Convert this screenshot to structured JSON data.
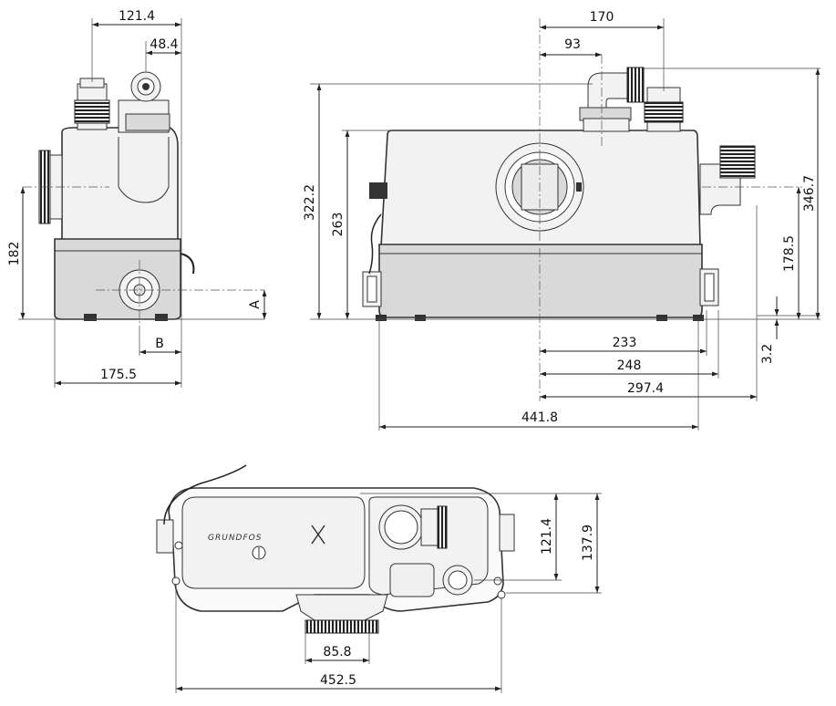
{
  "side_view": {
    "dim_width_top": "121.4",
    "dim_outlet_offset": "48.4",
    "dim_height_inlet": "182",
    "dim_label_a": "A",
    "dim_label_b": "B",
    "dim_width_base": "175.5"
  },
  "front_view": {
    "dim_top_170": "170",
    "dim_top_93": "93",
    "dim_height_322": "322.2",
    "dim_height_263": "263",
    "dim_height_346": "346.7",
    "dim_height_178": "178.5",
    "dim_small_3_2": "3.2",
    "dim_233": "233",
    "dim_248": "248",
    "dim_297": "297.4",
    "dim_441": "441.8"
  },
  "top_view": {
    "brand_logo": "GRUNDFOS",
    "dim_121_4": "121.4",
    "dim_137_9": "137.9",
    "dim_85_8": "85.8",
    "dim_452_5": "452.5"
  }
}
